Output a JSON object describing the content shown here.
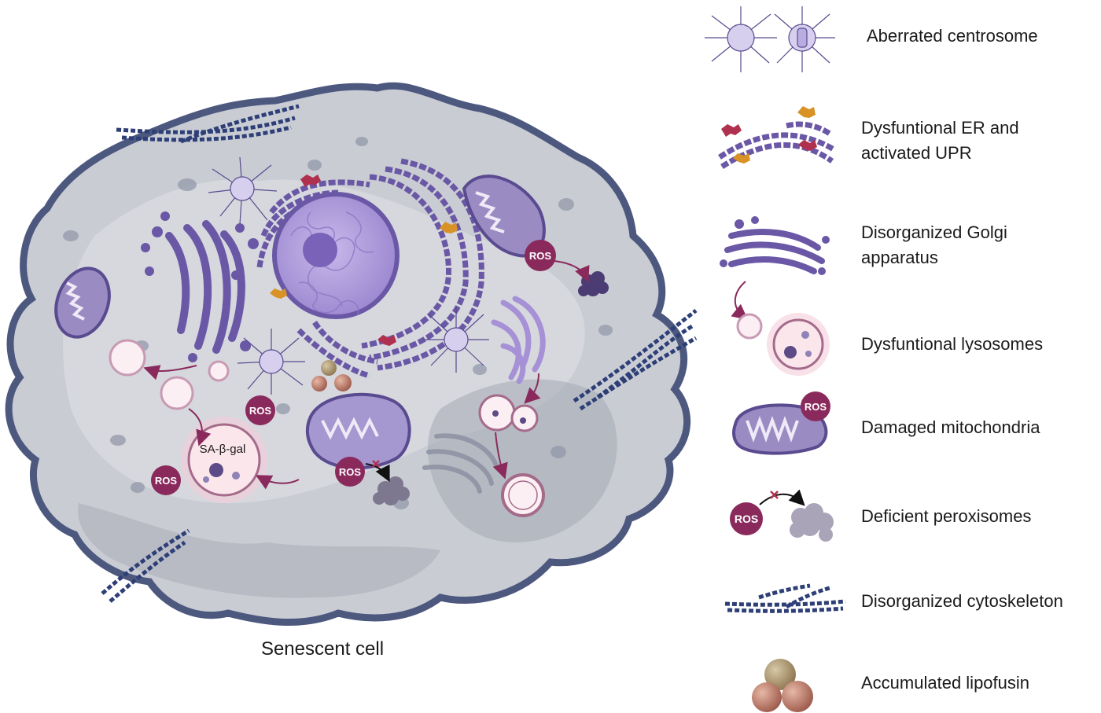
{
  "cell": {
    "caption": "Senescent cell",
    "ros_label": "ROS",
    "sa_beta_gal_label": "SA-β-gal"
  },
  "legend": {
    "items": [
      {
        "label": "Aberrated centrosome",
        "icon": "centrosome-icon"
      },
      {
        "label": "Dysfuntional ER and\nactivated UPR",
        "icon": "er-upr-icon"
      },
      {
        "label": "Disorganized Golgi\napparatus",
        "icon": "golgi-icon"
      },
      {
        "label": "Dysfuntional lysosomes",
        "icon": "lysosome-icon"
      },
      {
        "label": "Damaged mitochondria",
        "icon": "mitochondria-icon"
      },
      {
        "label": "Deficient peroxisomes",
        "icon": "peroxisome-icon"
      },
      {
        "label": "Disorganized cytoskeleton",
        "icon": "cytoskeleton-icon"
      },
      {
        "label": "Accumulated lipofusin",
        "icon": "lipofusin-icon"
      }
    ],
    "ros_label": "ROS"
  },
  "colors": {
    "cell_fill": "#c9ccd3",
    "cell_outline": "#4d587f",
    "organelle_purple": "#7b68b0",
    "organelle_light": "#b9ace0",
    "ros": "#8a2a5c",
    "lysosome_pink": "#f6dce4",
    "arrow": "#8a2a5c",
    "lipofusin": "#b06d5d",
    "cytoskeleton": "#2e3f78"
  }
}
